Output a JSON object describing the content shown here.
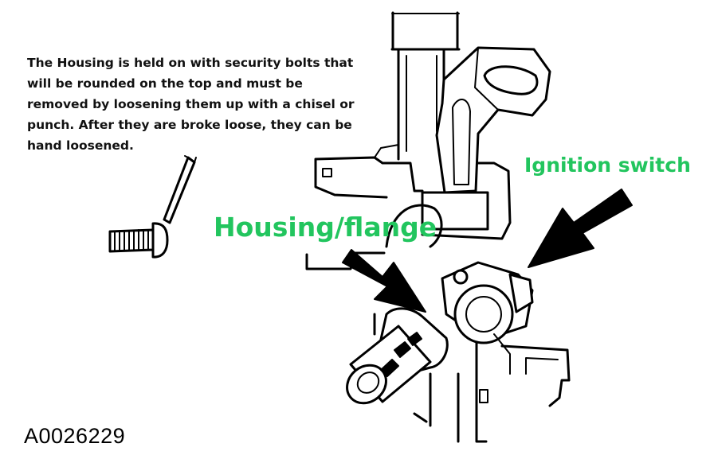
{
  "note": "The Housing is held on with security bolts that\nwill be rounded on the top and must be\nremoved by loosening them up with a chisel or\npunch. After they are broke loose, they can be\nhand loosened.",
  "callouts": {
    "housing": "Housing/flange",
    "ignition": "Ignition switch"
  },
  "figure_id": "A0026229",
  "colors": {
    "callout_text": "#22c55e",
    "line_art": "#000000",
    "background": "#ffffff"
  }
}
